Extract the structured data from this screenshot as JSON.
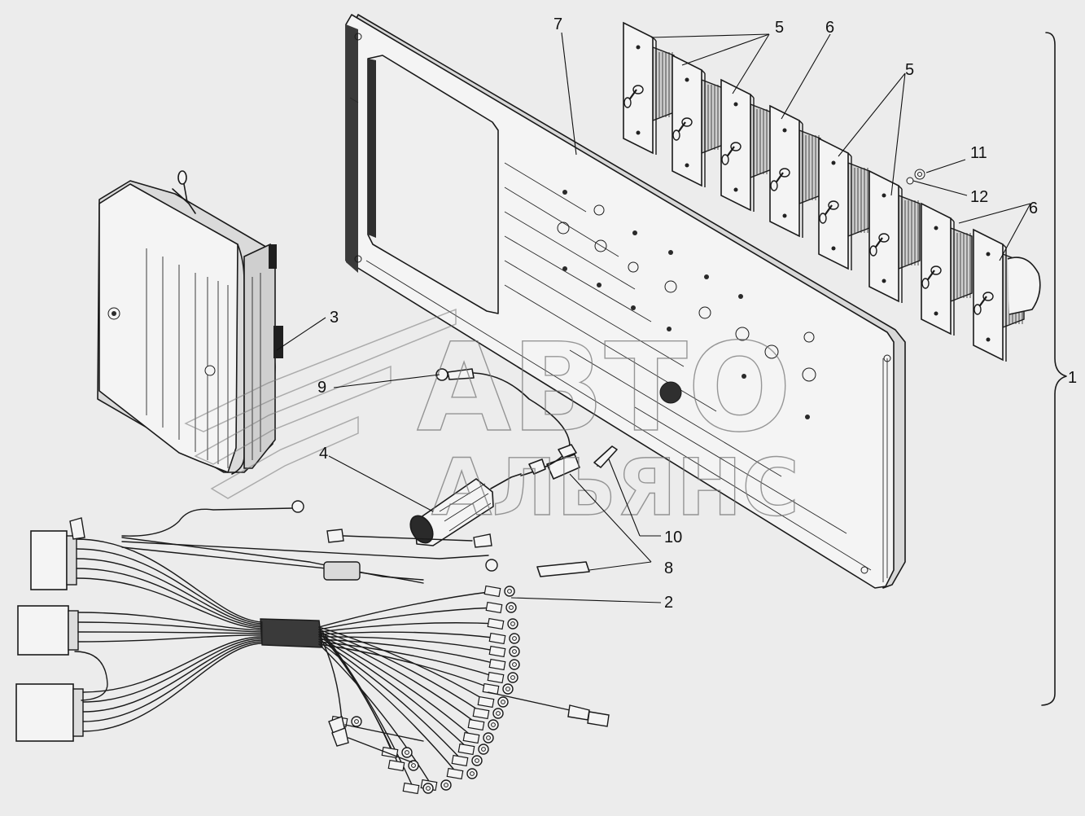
{
  "callouts": {
    "c1": "1",
    "c2": "2",
    "c3": "3",
    "c4": "4",
    "c5a": "5",
    "c5b": "5",
    "c6a": "6",
    "c6b": "6",
    "c7": "7",
    "c8": "8",
    "c9": "9",
    "c10": "10",
    "c11": "11",
    "c12": "12"
  },
  "watermark": {
    "line1": "АВТО",
    "line2": "АЛЬЯНС"
  }
}
